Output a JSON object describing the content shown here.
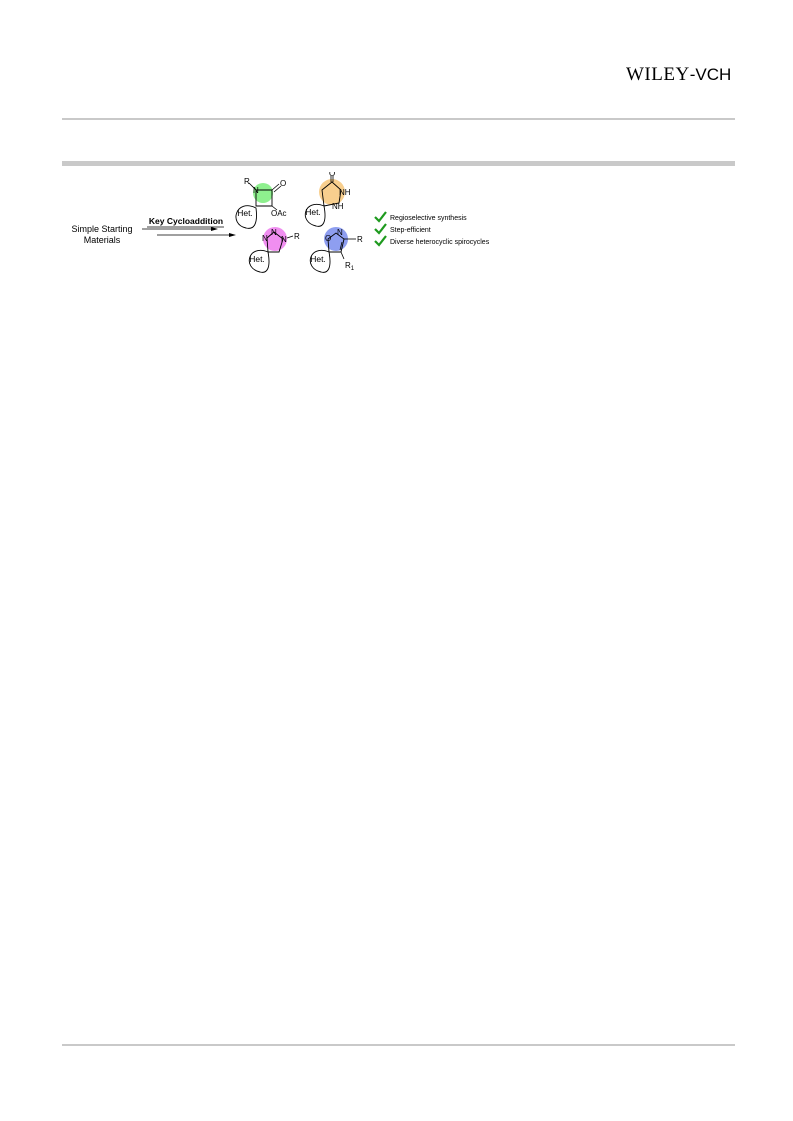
{
  "header": {
    "logo_main": "WILEY",
    "logo_suffix": "-VCH"
  },
  "graphic": {
    "start_label_line1": "Simple Starting",
    "start_label_line2": "Materials",
    "arrow_label": "Key Cycloaddition",
    "het_label": "Het.",
    "structures": {
      "b_lactam": {
        "n": "N",
        "r": "R",
        "o": "O",
        "oac": "OAc",
        "highlight": "#8ef08e"
      },
      "pyrazolidinone": {
        "o": "O",
        "nh1": "NH",
        "nh2": "NH",
        "highlight": "#f8cf8e"
      },
      "triazoline": {
        "n1": "N",
        "n2": "N",
        "n3": "N",
        "r": "R",
        "highlight": "#f08ef0"
      },
      "isoxazoline": {
        "o": "O",
        "n": "N",
        "r": "R",
        "r1": "R",
        "r1_sub": "1",
        "highlight": "#8e9ef0"
      }
    },
    "benefits": [
      "Regioselective synthesis",
      "Step-efficient",
      "Diverse heterocyclic spirocycles"
    ],
    "check_color": "#1e9a1e"
  }
}
